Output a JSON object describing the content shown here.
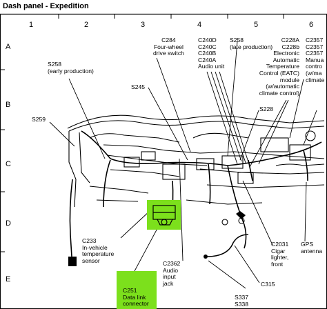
{
  "title": "Dash panel - Expedition",
  "grid": {
    "columns": [
      "1",
      "2",
      "3",
      "4",
      "5",
      "6"
    ],
    "rows": [
      "A",
      "B",
      "C",
      "D",
      "E"
    ]
  },
  "colors": {
    "highlight": "#7ce01c",
    "line": "#000000",
    "background": "#ffffff"
  },
  "callouts": {
    "s258_early": [
      "S258",
      "(early production)"
    ],
    "c284": [
      "C284",
      "Four-wheel",
      "drive switch"
    ],
    "c240": [
      "C240D",
      "C240C",
      "C240B",
      "C240A",
      "Audio unit"
    ],
    "s258_late": [
      "S258",
      "(late production)"
    ],
    "c228": [
      "C228A",
      "C228b",
      "Electronic",
      "Automatic",
      "Temperature",
      "Control (EATC)",
      "module",
      "(w/automatic",
      "climate control)"
    ],
    "c2357": [
      "C2357",
      "C2357",
      "C2357",
      "Manua",
      "contro",
      "(w/ma",
      "climate"
    ],
    "s245": [
      "S245"
    ],
    "s259": [
      "S259"
    ],
    "s228": [
      "S228"
    ],
    "c233": [
      "C233",
      "In-vehicle",
      "temperature",
      "sensor"
    ],
    "c2362": [
      "C2362",
      "Audio",
      "input",
      "jack"
    ],
    "c2031": [
      "C2031",
      "Cigar",
      "lighter,",
      "front"
    ],
    "gps": [
      "GPS",
      "antenna"
    ],
    "c315": [
      "C315"
    ],
    "s337": [
      "S337",
      "S338"
    ],
    "c251": [
      "C251",
      "Data link",
      "connector"
    ]
  }
}
